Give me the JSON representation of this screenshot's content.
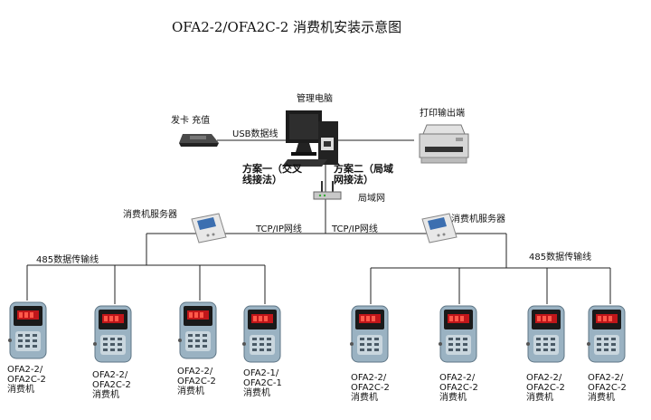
{
  "title": "OFA2-2/OFA2C-2 消费机安装示意图",
  "pc": {
    "label": "管理电脑"
  },
  "card_reader": {
    "label": "发卡 充值"
  },
  "usb_link": {
    "label": "USB数据线"
  },
  "printer": {
    "label": "打印输出端"
  },
  "plan_one": {
    "label": "方案一（交叉线接法）"
  },
  "plan_two": {
    "label": "方案二（局域网接法）"
  },
  "router": {
    "label": "局域网"
  },
  "server_left": {
    "label": "消费机服务器",
    "link_label": "TCP/IP网线",
    "bus_label": "485数据传输线"
  },
  "server_right": {
    "label": "消费机服务器",
    "link_label": "TCP/IP网线",
    "bus_label": "485数据传输线"
  },
  "terminals": [
    {
      "model": "OFA2-2/",
      "model2": "OFA2C-2",
      "type": "消费机"
    },
    {
      "model": "OFA2-2/",
      "model2": "OFA2C-2",
      "type": "消费机"
    },
    {
      "model": "OFA2-2/",
      "model2": "OFA2C-2",
      "type": "消费机"
    },
    {
      "model": "OFA2-1/",
      "model2": "OFA2C-1",
      "type": "消费机"
    },
    {
      "model": "OFA2-2/",
      "model2": "OFA2C-2",
      "type": "消费机"
    },
    {
      "model": "OFA2-2/",
      "model2": "OFA2C-2",
      "type": "消费机"
    },
    {
      "model": "OFA2-2/",
      "model2": "OFA2C-2",
      "type": "消费机"
    },
    {
      "model": "OFA2-2/",
      "model2": "OFA2C-2",
      "type": "消费机"
    }
  ]
}
